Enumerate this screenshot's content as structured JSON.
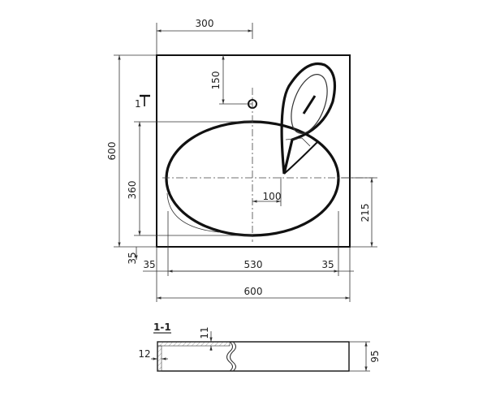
{
  "dimensions": {
    "top_width": "300",
    "tap_offset": "150",
    "overall_height": "600",
    "basin_height": "360",
    "drain_offset": "100",
    "basin_bottom_offset": "215",
    "bottom_edge": "35",
    "left_margin": "35",
    "basin_width": "530",
    "right_margin": "35",
    "overall_width": "600"
  },
  "section": {
    "label": "1-1",
    "marker": "1",
    "thickness": "11",
    "edge": "12",
    "depth": "95"
  }
}
